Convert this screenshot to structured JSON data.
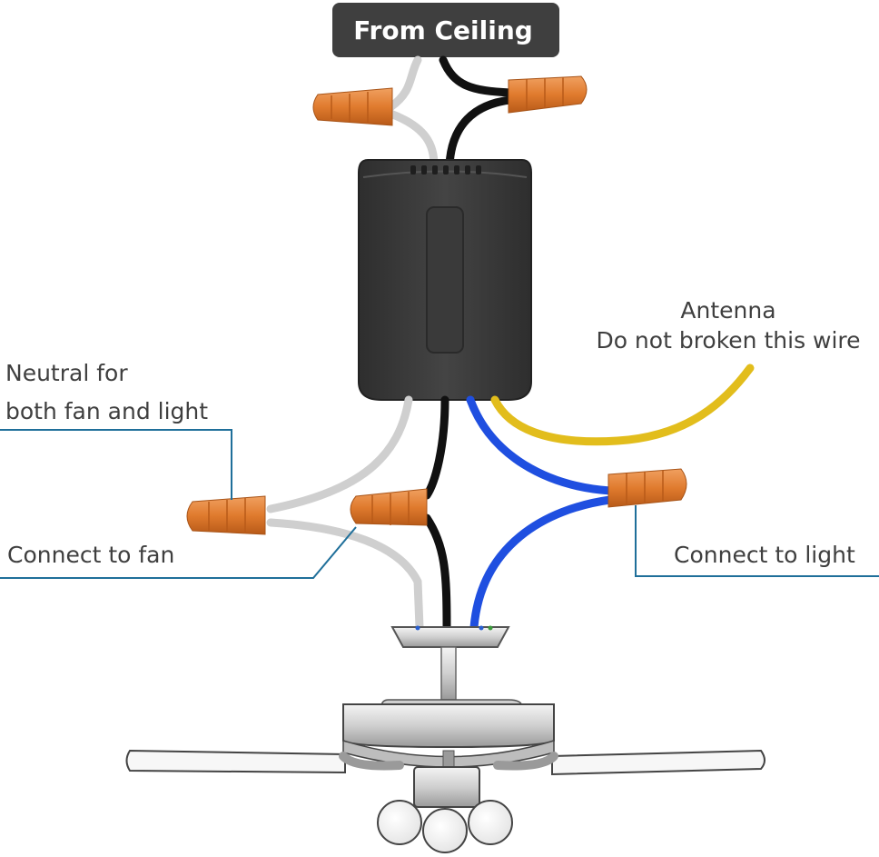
{
  "title": "From Ceiling",
  "labels": {
    "antenna_line1": "Antenna",
    "antenna_line2": "Do not broken this wire",
    "neutral_line1": "Neutral for",
    "neutral_line2": "both fan and light",
    "connect_fan": "Connect to fan",
    "connect_light": "Connect to light"
  },
  "colors": {
    "neutral_wire": "#cfcfcf",
    "hot_wire": "#111111",
    "light_wire": "#1f4fe0",
    "antenna_wire": "#e2bd1c",
    "wire_nut": "#e07b2e",
    "receiver": "#3b3b3b",
    "leader_line": "#1f6f9a",
    "title_badge": "#3f3f3f"
  }
}
